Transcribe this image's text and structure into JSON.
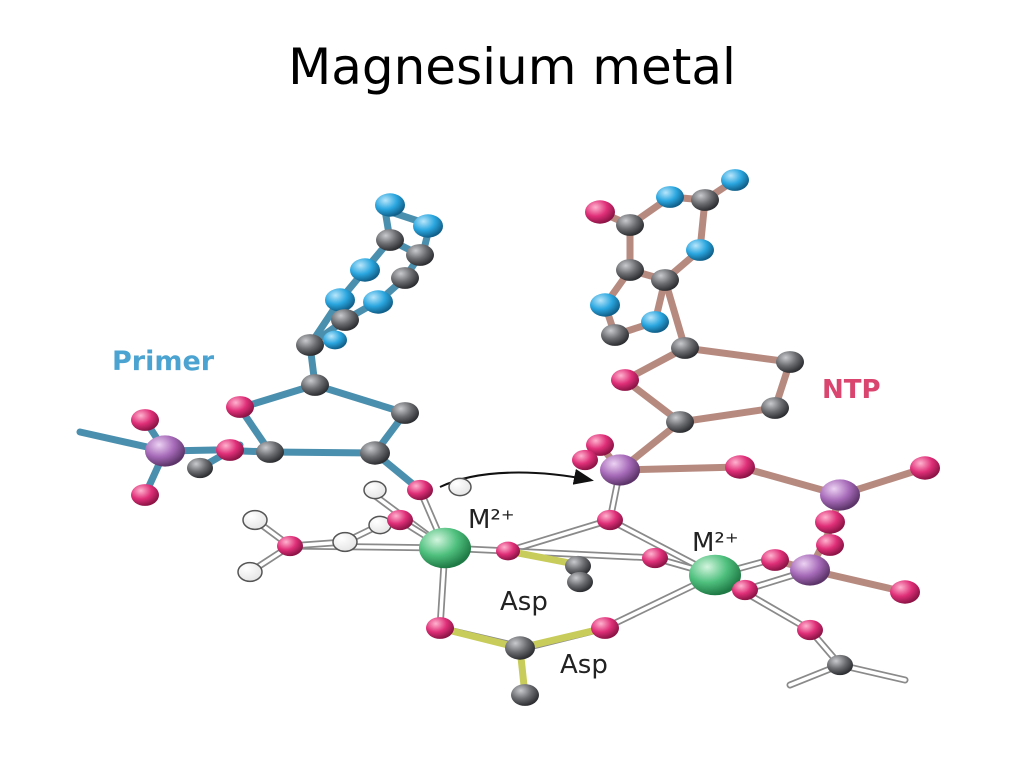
{
  "title": "Magnesium metal",
  "labels": {
    "primer": "Primer",
    "ntp": "NTP",
    "metal1": "M²⁺",
    "metal2": "M²⁺",
    "asp1": "Asp",
    "asp2": "Asp"
  },
  "colors": {
    "carbon": "#5f6165",
    "nitrogen": "#2aa6df",
    "oxygen": "#df2f78",
    "phosphorus": "#a66ab8",
    "metal": "#4fc07e",
    "hydrogen": "#ffffff",
    "primer_bond": "#4b8fae",
    "ntp_bond": "#b78a80",
    "asp_bond": "#c8cc5a",
    "primer_label": "#4aa3d0",
    "ntp_label": "#d9456f"
  }
}
